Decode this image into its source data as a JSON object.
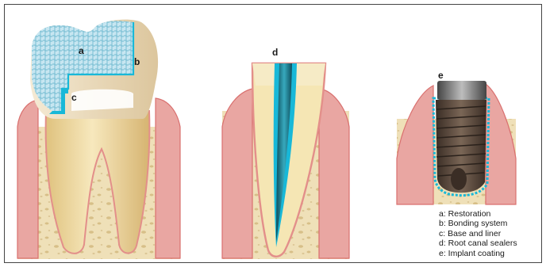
{
  "labels": {
    "a": "a",
    "b": "b",
    "c": "c",
    "d": "d",
    "e": "e"
  },
  "legend": {
    "items": [
      "a: Restoration",
      "b: Bonding system",
      "c: Base and liner",
      "d: Root canal sealers",
      "e: Implant coating"
    ]
  },
  "colors": {
    "frame": "#444444",
    "bone": "#efe0b8",
    "bone_pore": "#d7bf88",
    "gum": "#e9a6a2",
    "gum_edge": "#d9706f",
    "tooth": "#f0dba0",
    "root_canal_filling": "#2d8fa0",
    "restoration": "#bfe3ef",
    "accent_cyan": "#18b8d8",
    "implant": "#5b4a3e"
  }
}
